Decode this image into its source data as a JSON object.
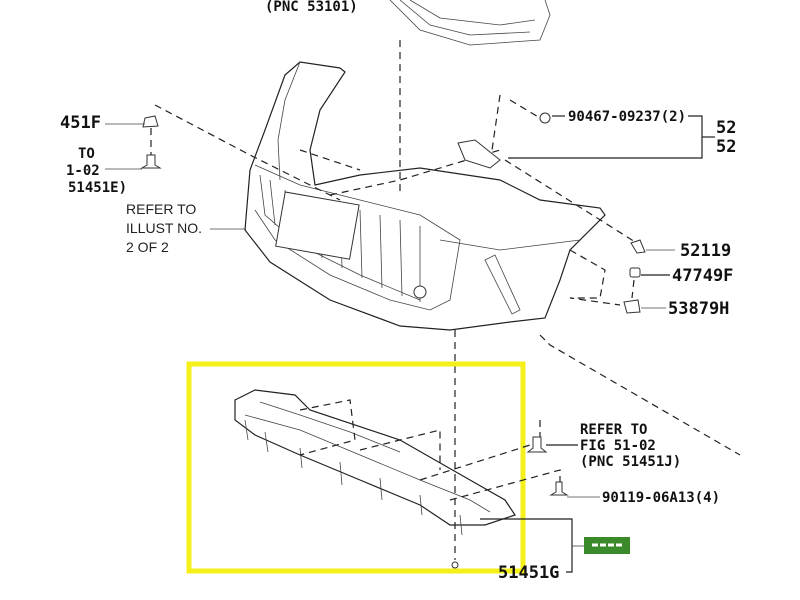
{
  "labels": {
    "top_pnc": "(PNC 53101)",
    "left_part": "451F",
    "left_refer_1": "TO",
    "left_refer_2": "1-02",
    "left_refer_3": "51451E)",
    "illust_1": "REFER TO",
    "illust_2": "ILLUST NO.",
    "illust_3": "2 OF 2",
    "screw": "90467-09237(2)",
    "bracket_1": "52",
    "bracket_2": "52",
    "part_52119": "52119",
    "part_47749": "47749F",
    "part_53879": "53879H",
    "refer_fig_1": "REFER TO",
    "refer_fig_2": "FIG 51-02",
    "refer_fig_3": "(PNC 51451J)",
    "bolt": "90119-06A13(4)",
    "cover_part": "51451G"
  },
  "highlight": {
    "color": "#f5f01a"
  },
  "badge": {
    "color": "#3a8a2a"
  }
}
